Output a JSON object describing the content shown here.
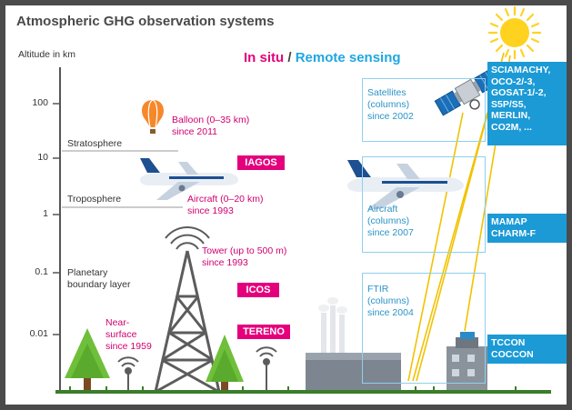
{
  "title": "Atmospheric GHG observation systems",
  "axis": {
    "title": "Altitude in km",
    "ticks": [
      "100",
      "10",
      "1",
      "0.1",
      "0.01"
    ]
  },
  "legend": {
    "in_situ": "In situ",
    "separator": " / ",
    "remote_sensing": "Remote sensing"
  },
  "layers": {
    "stratosphere": "Stratosphere",
    "troposphere": "Troposphere",
    "pbl_line1": "Planetary",
    "pbl_line2": "boundary layer"
  },
  "in_situ": {
    "balloon": {
      "line1": "Balloon (0–35 km)",
      "line2": "since 2011"
    },
    "aircraft": {
      "line1": "Aircraft (0–20 km)",
      "line2": "since 1993"
    },
    "tower": {
      "line1": "Tower (up to 500 m)",
      "line2": "since 1993"
    },
    "near_surface": {
      "line1": "Near-",
      "line2": "surface",
      "line3": "since 1959"
    },
    "networks": {
      "iagos": "IAGOS",
      "icos": "ICOS",
      "tereno": "TERENO"
    }
  },
  "remote_sensing": {
    "satellites": {
      "line1": "Satellites",
      "line2": "(columns)",
      "line3": "since 2002"
    },
    "aircraft": {
      "line1": "Aircraft",
      "line2": "(columns)",
      "line3": "since 2007"
    },
    "ftir": {
      "line1": "FTIR",
      "line2": "(columns)",
      "line3": "since 2004"
    },
    "missions": {
      "satellites": [
        "SCIAMACHY,",
        "OCO-2/-3,",
        "GOSAT-1/-2,",
        "S5P/S5,",
        "MERLIN,",
        "CO2M, ..."
      ],
      "aircraft": [
        "MAMAP",
        "CHARM-F"
      ],
      "ground": [
        "TCCON",
        "COCCON"
      ]
    }
  },
  "colors": {
    "in_situ": "#e4007c",
    "remote_sensing": "#1ea7e1",
    "mission_box": "#1b9ad6",
    "sun": "#ffd21f",
    "ground": "#3a7d2a",
    "tree": "#6fbf3a"
  },
  "icons": [
    "sun-icon",
    "balloon-icon",
    "satellite-icon",
    "aircraft-icon",
    "tower-icon",
    "tree-icon",
    "antenna-icon",
    "factory-icon",
    "building-icon"
  ]
}
